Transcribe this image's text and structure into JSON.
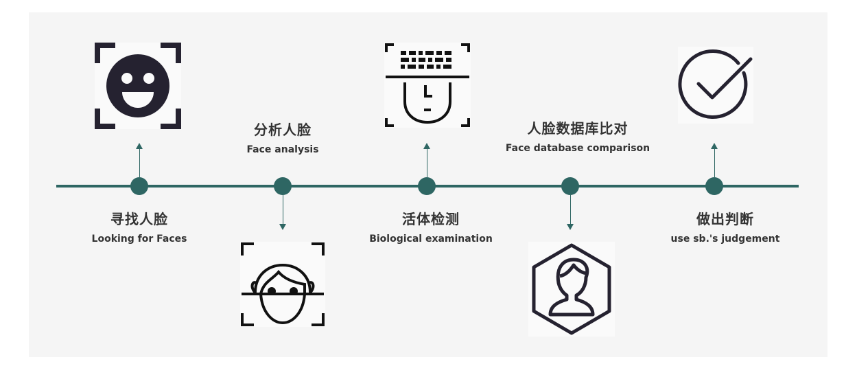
{
  "colors": {
    "accent": "#2e6663",
    "text": "#333333",
    "icon": "#252230",
    "panel_bg": "#f5f5f5"
  },
  "steps": [
    {
      "title_cn": "寻找人脸",
      "title_en": "Looking for Faces",
      "icon": "smiley-face-scan-icon",
      "position": "below-line"
    },
    {
      "title_cn": "分析人脸",
      "title_en": "Face analysis",
      "icon": "face-scan-icon",
      "position": "above-line"
    },
    {
      "title_cn": "活体检测",
      "title_en": "Biological examination",
      "icon": "face-barcode-scan-icon",
      "position": "below-line"
    },
    {
      "title_cn": "人脸数据库比对",
      "title_en": "Face database comparison",
      "icon": "user-hexagon-icon",
      "position": "above-line"
    },
    {
      "title_cn": "做出判断",
      "title_en": "use sb.'s judgement",
      "icon": "checkmark-circle-icon",
      "position": "below-line"
    }
  ]
}
